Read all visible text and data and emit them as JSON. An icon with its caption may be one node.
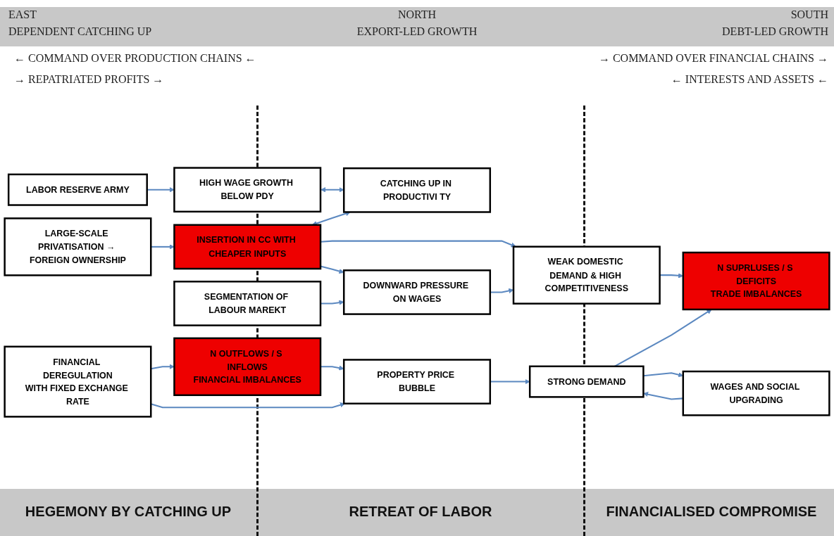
{
  "diagram": {
    "nodes": [
      {
        "text": [
          "LARGE-SCALE PRIVATISATION → FOREIGN OWNERSHIP"
        ]
      },
      {
        "text": [
          "CATCHING UP IN PRODUCTIVI TY"
        ]
      },
      {
        "text": [
          "INSERTION IN CC WITH CHEAPER INPUTS"
        ]
      },
      {
        "text": [
          "HIGH WAGE GROWTH BELOW PDY"
        ]
      },
      {
        "text": [
          "LABOR RESERVE ARMY"
        ]
      },
      {
        "text": [
          "WEAK DOMESTIC DEMAND & HIGH COMPETITIVENESS"
        ]
      },
      {
        "text": [
          "DOWNWARD PRESSURE ON WAGES"
        ]
      },
      {
        "text": [
          "SEGMENTATION OF LABOUR MAREKT"
        ]
      },
      {
        "text": [
          "FINANCIAL DEREGULATION",
          "WITH FIXED EXCHANGE RATE"
        ]
      },
      {
        "text": [
          "N OUTFLOWS / S INFLOWS",
          "FINANCIAL IMBALANCES"
        ]
      },
      {
        "text": [
          "N SUPRLUSES / S DEFICITS",
          "TRADE IMBALANCES"
        ]
      },
      {
        "text": [
          "PROPERTY PRICE BUBBLE"
        ]
      },
      {
        "text": [
          "STRONG DEMAND"
        ]
      },
      {
        "text": [
          "WAGES AND SOCIAL UPGRADING"
        ]
      }
    ],
    "edges": [
      {
        "from": 0,
        "to": 2,
        "arrow": "to"
      },
      {
        "from": 2,
        "to": 1,
        "arrow": "both"
      },
      {
        "from": 3,
        "to": 1,
        "arrow": "both"
      },
      {
        "from": 4,
        "to": 3,
        "arrow": "to"
      },
      {
        "from": 2,
        "to": 5,
        "arrow": "to"
      },
      {
        "from": 2,
        "to": 6,
        "arrow": "to"
      },
      {
        "from": 6,
        "to": 5,
        "arrow": "to"
      },
      {
        "from": 7,
        "to": 6,
        "arrow": "to"
      },
      {
        "from": 5,
        "to": 10,
        "arrow": "to"
      },
      {
        "from": 8,
        "to": 9,
        "arrow": "to"
      },
      {
        "from": 8,
        "to": 11,
        "arrow": "to"
      },
      {
        "from": 9,
        "to": 11,
        "arrow": "to"
      },
      {
        "from": 11,
        "to": 12,
        "arrow": "to"
      },
      {
        "from": 12,
        "to": 10,
        "arrow": "to"
      },
      {
        "from": 12,
        "to": 13,
        "arrow": "to"
      },
      {
        "from": 13,
        "to": 12,
        "arrow": "to"
      }
    ],
    "labels": [
      "EAST",
      "NORTH",
      "SOUTH",
      "DEPENDENT CATCHING UP",
      "EXPORT-LED GROWTH",
      "DEBT-LED GROWTH",
      "← COMMAND OVER PRODUCTION CHAINS ←",
      "→ COMMAND OVER FINANCIAL CHAINS →",
      "→ REPATRIATED PROFITS →",
      "← INTERESTS AND ASSETS ←",
      "HEGEMONY BY CATCHING UP",
      "RETREAT OF LABOR",
      "FINANCIALISED COMPROMISE"
    ]
  }
}
